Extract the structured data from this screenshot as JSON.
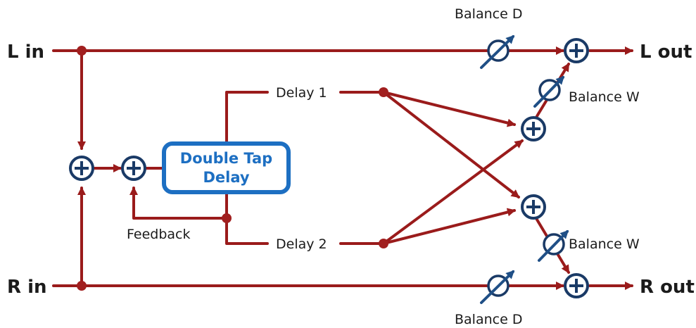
{
  "labels": {
    "l_in": "L in",
    "r_in": "R in",
    "l_out": "L out",
    "r_out": "R out",
    "delay1": "Delay 1",
    "delay2": "Delay 2",
    "feedback": "Feedback",
    "balance_d_top": "Balance D",
    "balance_d_bottom": "Balance D",
    "balance_w_top": "Balance W",
    "balance_w_bottom": "Balance W"
  },
  "block": {
    "line1": "Double Tap",
    "line2": "Delay"
  },
  "colors": {
    "wire": "#9a1b1b",
    "node": "#a11f1f",
    "summer": "#1a3a66",
    "knob_arrow": "#1f4f86",
    "block": "#1d6fc2",
    "text": "#1b1b1b"
  },
  "icons": {
    "summer": "circle-plus",
    "balance_control": "variable-knob-arrow"
  }
}
